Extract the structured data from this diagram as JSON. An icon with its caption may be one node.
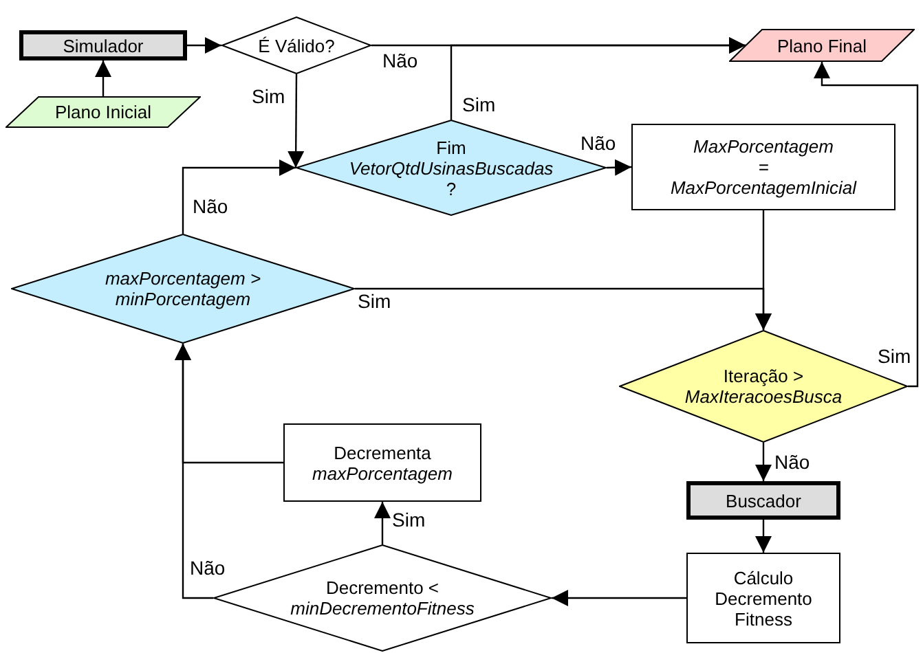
{
  "diagram": {
    "nodes": [
      {
        "text": [
          "Simulador"
        ]
      },
      {
        "text": [
          "É Válido?"
        ]
      },
      {
        "text": [
          "Plano Inicial"
        ]
      },
      {
        "text": [
          "Plano Final"
        ]
      },
      {
        "text": [
          "Fim *VetorQtdUsinasBuscadas* ?"
        ]
      },
      {
        "text": [
          "MaxPorcentagem = MaxPorcentagemInicial"
        ]
      },
      {
        "text": [
          "maxPorcentagem > minPorcentagem"
        ]
      },
      {
        "text": [
          "Iteração > *MaxIteracoesBusca*"
        ]
      },
      {
        "text": [
          "Buscador"
        ]
      },
      {
        "text": [
          "Decrementa *maxPorcentagem*"
        ]
      },
      {
        "text": [
          "Decremento < *minDecrementoFitness*"
        ]
      },
      {
        "text": [
          "Cálculo Decremento Fitness"
        ]
      }
    ],
    "edges": [
      {
        "from": 0,
        "to": 1,
        "arrow": "to"
      },
      {
        "from": 2,
        "to": 0,
        "arrow": "to"
      },
      {
        "from": 1,
        "to": 3,
        "arrow": "to",
        "label": "Não"
      },
      {
        "from": 1,
        "to": 4,
        "arrow": "to",
        "label": "Sim"
      },
      {
        "from": 4,
        "to": 3,
        "arrow": "to",
        "label": "Sim"
      },
      {
        "from": 4,
        "to": 5,
        "arrow": "to",
        "label": "Não"
      },
      {
        "from": 5,
        "to": 7,
        "arrow": "to"
      },
      {
        "from": 6,
        "to": 7,
        "arrow": "to",
        "label": "Sim"
      },
      {
        "from": 6,
        "to": 4,
        "arrow": "to",
        "label": "Não"
      },
      {
        "from": 7,
        "to": 3,
        "arrow": "to",
        "label": "Sim"
      },
      {
        "from": 7,
        "to": 8,
        "arrow": "to",
        "label": "Não"
      },
      {
        "from": 8,
        "to": 11,
        "arrow": "to"
      },
      {
        "from": 11,
        "to": 10,
        "arrow": "to"
      },
      {
        "from": 10,
        "to": 9,
        "arrow": "to",
        "label": "Sim"
      },
      {
        "from": 10,
        "to": 6,
        "arrow": "to",
        "label": "Não"
      },
      {
        "from": 9,
        "to": 6,
        "arrow": "to"
      }
    ]
  }
}
